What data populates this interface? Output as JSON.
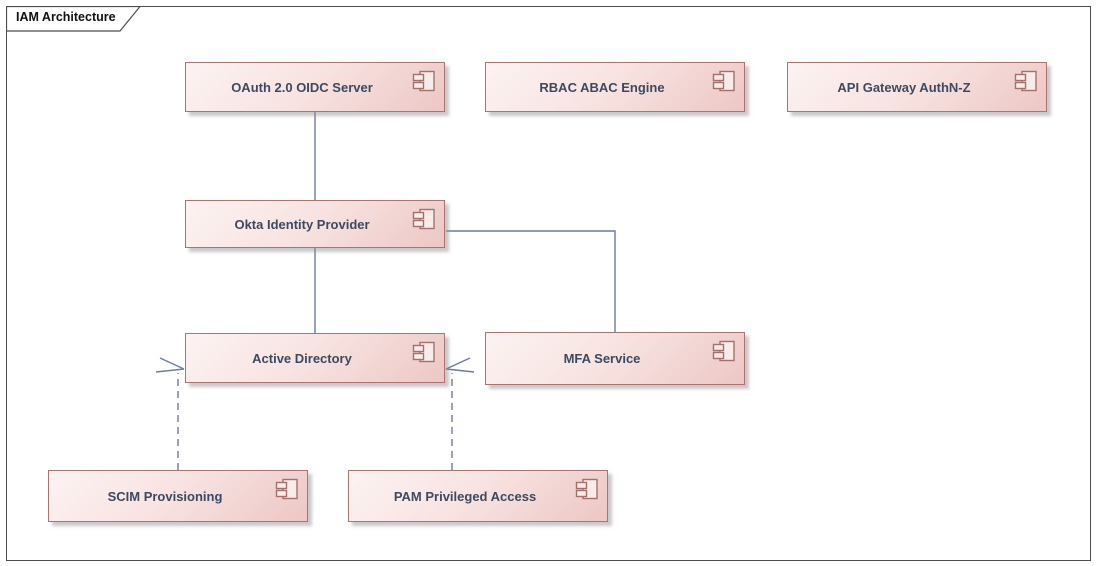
{
  "frame": {
    "title": "IAM Architecture"
  },
  "nodes": {
    "oauth": {
      "label": "OAuth 2.0 OIDC Server",
      "icon": "component-icon"
    },
    "rbac": {
      "label": "RBAC ABAC Engine",
      "icon": "component-icon"
    },
    "apigw": {
      "label": "API Gateway AuthN-Z",
      "icon": "component-icon"
    },
    "okta": {
      "label": "Okta Identity Provider",
      "icon": "component-icon"
    },
    "ad": {
      "label": "Active Directory",
      "icon": "component-icon"
    },
    "mfa": {
      "label": "MFA Service",
      "icon": "component-icon"
    },
    "scim": {
      "label": "SCIM Provisioning",
      "icon": "component-icon"
    },
    "pam": {
      "label": "PAM Privileged Access",
      "icon": "component-icon"
    }
  },
  "edges": [
    {
      "from": "OAuth 2.0 OIDC Server",
      "to": "Okta Identity Provider",
      "style": "solid",
      "arrow": "none"
    },
    {
      "from": "Okta Identity Provider",
      "to": "Active Directory",
      "style": "solid",
      "arrow": "none"
    },
    {
      "from": "Okta Identity Provider",
      "to": "MFA Service",
      "style": "solid",
      "arrow": "none"
    },
    {
      "from": "SCIM Provisioning",
      "to": "Active Directory",
      "style": "dashed",
      "arrow": "open-arrow-at-target"
    },
    {
      "from": "PAM Privileged Access",
      "to": "Active Directory",
      "style": "dashed",
      "arrow": "open-arrow-at-target"
    }
  ],
  "colors": {
    "node_fill_light": "#fcf3f2",
    "node_fill_dark": "#ecc7c5",
    "node_border": "#ab7470",
    "node_text": "#3d4960",
    "connector": "#6b7c9d",
    "frame_border": "#4d4d4d",
    "shadow": "#969696",
    "background": "#ffffff"
  }
}
